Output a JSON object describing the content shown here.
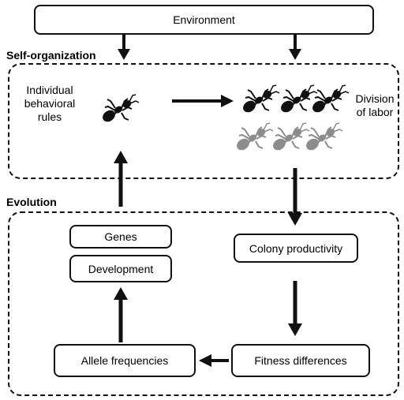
{
  "environment_label": "Environment",
  "self_organization": {
    "title": "Self-organization",
    "individual_rules": [
      "Individual",
      "behavioral",
      "rules"
    ],
    "division_of_labor": [
      "Division",
      "of labor"
    ]
  },
  "evolution": {
    "title": "Evolution",
    "genes": "Genes",
    "development": "Development",
    "colony_productivity": "Colony productivity",
    "allele_frequencies": "Allele frequencies",
    "fitness_differences": "Fitness differences"
  },
  "colors": {
    "ant_active": "#111111",
    "ant_idle": "#8c8c8c",
    "stroke": "#111111"
  }
}
